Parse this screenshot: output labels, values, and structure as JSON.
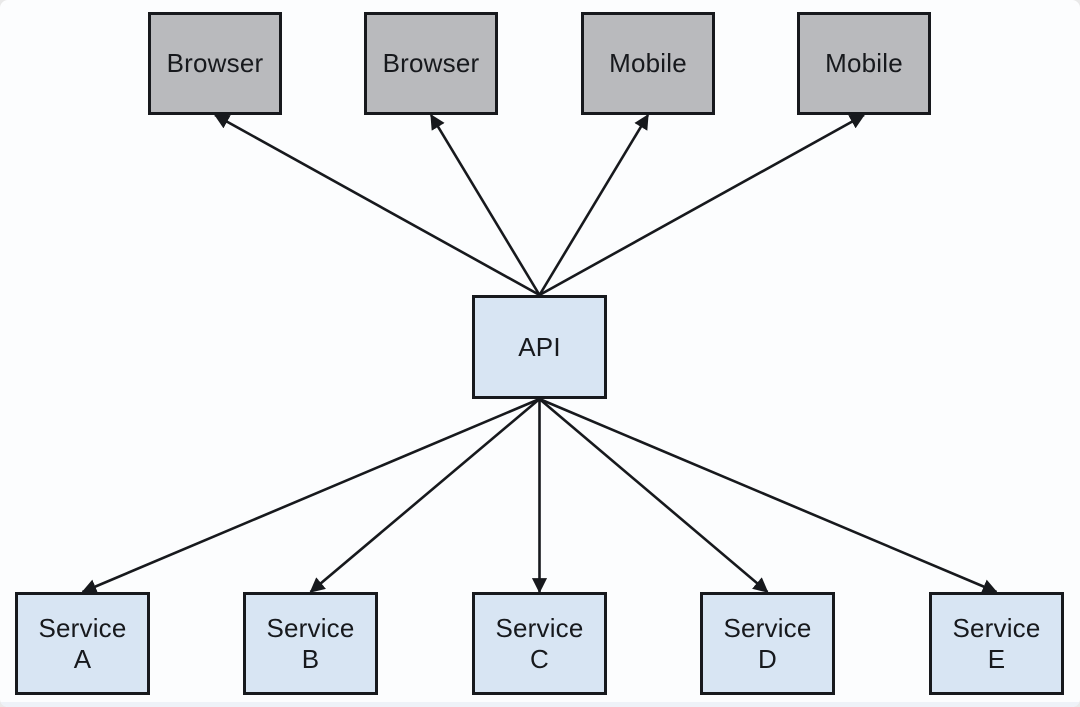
{
  "diagram": {
    "description": "API gateway fan-out diagram connecting client apps to backend services",
    "colors": {
      "client_fill": "#b9babd",
      "gateway_fill": "#d8e5f3",
      "service_fill": "#d8e5f3",
      "border": "#17191d",
      "arrow": "#17191d",
      "background": "#fcfdfe",
      "text": "#17191d"
    },
    "nodes": [
      {
        "id": "browser-1",
        "type": "client",
        "lines": [
          "Browser"
        ]
      },
      {
        "id": "browser-2",
        "type": "client",
        "lines": [
          "Browser"
        ]
      },
      {
        "id": "mobile-1",
        "type": "client",
        "lines": [
          "Mobile"
        ]
      },
      {
        "id": "mobile-2",
        "type": "client",
        "lines": [
          "Mobile"
        ]
      },
      {
        "id": "api",
        "type": "gateway",
        "lines": [
          "API"
        ]
      },
      {
        "id": "service-a",
        "type": "service",
        "lines": [
          "Service",
          "A"
        ]
      },
      {
        "id": "service-b",
        "type": "service",
        "lines": [
          "Service",
          "B"
        ]
      },
      {
        "id": "service-c",
        "type": "service",
        "lines": [
          "Service",
          "C"
        ]
      },
      {
        "id": "service-d",
        "type": "service",
        "lines": [
          "Service",
          "D"
        ]
      },
      {
        "id": "service-e",
        "type": "service",
        "lines": [
          "Service",
          "E"
        ]
      }
    ],
    "edges": [
      {
        "from": "api",
        "to": "browser-1"
      },
      {
        "from": "api",
        "to": "browser-2"
      },
      {
        "from": "api",
        "to": "mobile-1"
      },
      {
        "from": "api",
        "to": "mobile-2"
      },
      {
        "from": "api",
        "to": "service-a"
      },
      {
        "from": "api",
        "to": "service-b"
      },
      {
        "from": "api",
        "to": "service-c"
      },
      {
        "from": "api",
        "to": "service-d"
      },
      {
        "from": "api",
        "to": "service-e"
      }
    ]
  }
}
